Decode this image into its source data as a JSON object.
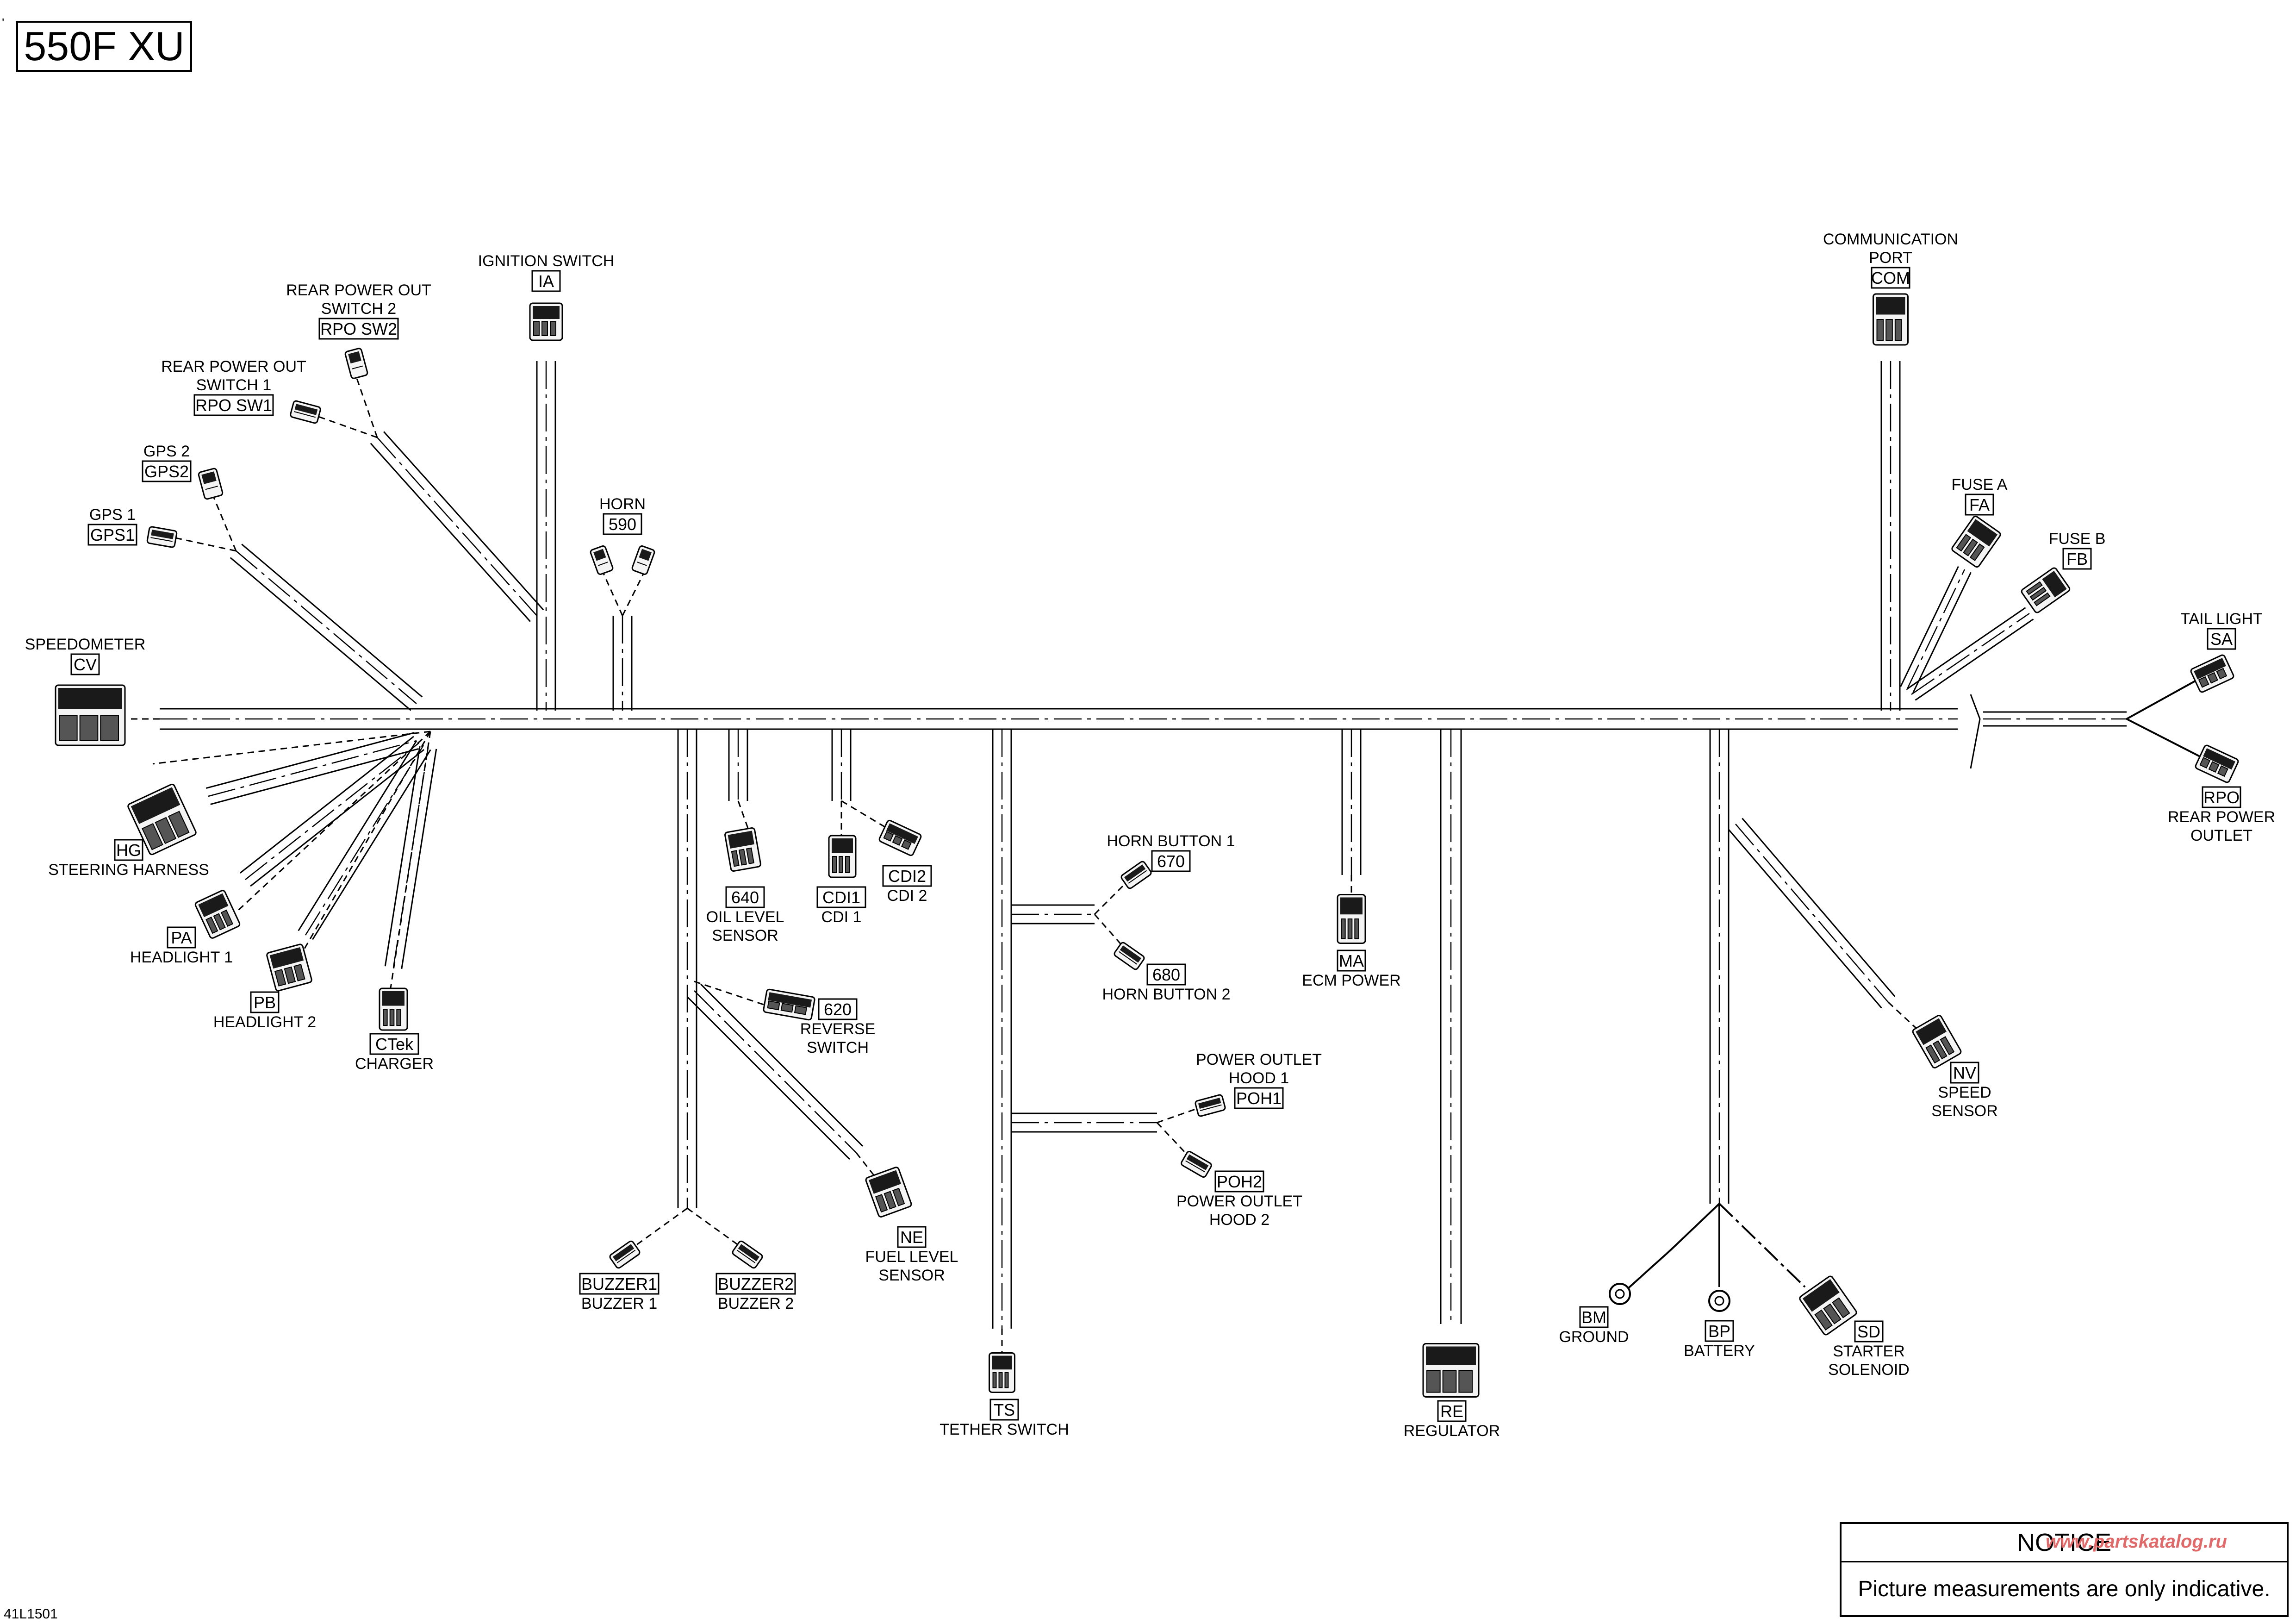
{
  "title": "550F XU",
  "doc_number": "41L1501",
  "tick_mark": "'",
  "notice": {
    "title": "NOTICE",
    "text": "Picture measurements are only indicative."
  },
  "watermark": "www.partskatalog.ru",
  "components": [
    {
      "id": "speedometer",
      "code": "CV",
      "label": [
        "SPEEDOMETER"
      ]
    },
    {
      "id": "gps1",
      "code": "GPS1",
      "label": [
        "GPS 1"
      ]
    },
    {
      "id": "gps2",
      "code": "GPS2",
      "label": [
        "GPS 2"
      ]
    },
    {
      "id": "rpo-sw1",
      "code": "RPO SW1",
      "label": [
        "REAR POWER OUT",
        "SWITCH 1"
      ]
    },
    {
      "id": "rpo-sw2",
      "code": "RPO SW2",
      "label": [
        "REAR POWER OUT",
        "SWITCH 2"
      ]
    },
    {
      "id": "ignition-switch",
      "code": "IA",
      "label": [
        "IGNITION SWITCH"
      ]
    },
    {
      "id": "horn",
      "code": "590",
      "label": [
        "HORN"
      ]
    },
    {
      "id": "steering-harness",
      "code": "HG",
      "label": [
        "STEERING HARNESS"
      ]
    },
    {
      "id": "headlight-1",
      "code": "PA",
      "label": [
        "HEADLIGHT 1"
      ]
    },
    {
      "id": "headlight-2",
      "code": "PB",
      "label": [
        "HEADLIGHT 2"
      ]
    },
    {
      "id": "charger",
      "code": "CTek",
      "label": [
        "CHARGER"
      ]
    },
    {
      "id": "oil-level-sensor",
      "code": "640",
      "label": [
        "OIL LEVEL",
        "SENSOR"
      ]
    },
    {
      "id": "cdi-1",
      "code": "CDI1",
      "label": [
        "CDI 1"
      ]
    },
    {
      "id": "cdi-2",
      "code": "CDI2",
      "label": [
        "CDI 2"
      ]
    },
    {
      "id": "reverse-switch",
      "code": "620",
      "label": [
        "REVERSE",
        "SWITCH"
      ]
    },
    {
      "id": "fuel-level-sensor",
      "code": "NE",
      "label": [
        "FUEL LEVEL",
        "SENSOR"
      ]
    },
    {
      "id": "buzzer-1",
      "code": "BUZZER1",
      "label": [
        "BUZZER 1"
      ]
    },
    {
      "id": "buzzer-2",
      "code": "BUZZER2",
      "label": [
        "BUZZER 2"
      ]
    },
    {
      "id": "tether-switch",
      "code": "TS",
      "label": [
        "TETHER SWITCH"
      ]
    },
    {
      "id": "horn-button-1",
      "code": "670",
      "label": [
        "HORN BUTTON 1"
      ]
    },
    {
      "id": "horn-button-2",
      "code": "680",
      "label": [
        "HORN BUTTON 2"
      ]
    },
    {
      "id": "power-outlet-hood-1",
      "code": "POH1",
      "label": [
        "POWER OUTLET",
        "HOOD 1"
      ]
    },
    {
      "id": "power-outlet-hood-2",
      "code": "POH2",
      "label": [
        "POWER OUTLET",
        "HOOD 2"
      ]
    },
    {
      "id": "ecm-power",
      "code": "MA",
      "label": [
        "ECM POWER"
      ]
    },
    {
      "id": "regulator",
      "code": "RE",
      "label": [
        "REGULATOR"
      ]
    },
    {
      "id": "ground",
      "code": "BM",
      "label": [
        "GROUND"
      ]
    },
    {
      "id": "battery",
      "code": "BP",
      "label": [
        "BATTERY"
      ]
    },
    {
      "id": "starter-solenoid",
      "code": "SD",
      "label": [
        "STARTER",
        "SOLENOID"
      ]
    },
    {
      "id": "speed-sensor",
      "code": "NV",
      "label": [
        "SPEED",
        "SENSOR"
      ]
    },
    {
      "id": "communication-port",
      "code": "COM",
      "label": [
        "COMMUNICATION",
        "PORT"
      ]
    },
    {
      "id": "fuse-a",
      "code": "FA",
      "label": [
        "FUSE A"
      ]
    },
    {
      "id": "fuse-b",
      "code": "FB",
      "label": [
        "FUSE B"
      ]
    },
    {
      "id": "tail-light",
      "code": "SA",
      "label": [
        "TAIL LIGHT"
      ]
    },
    {
      "id": "rear-power-outlet",
      "code": "RPO",
      "label": [
        "REAR POWER",
        "OUTLET"
      ]
    }
  ]
}
